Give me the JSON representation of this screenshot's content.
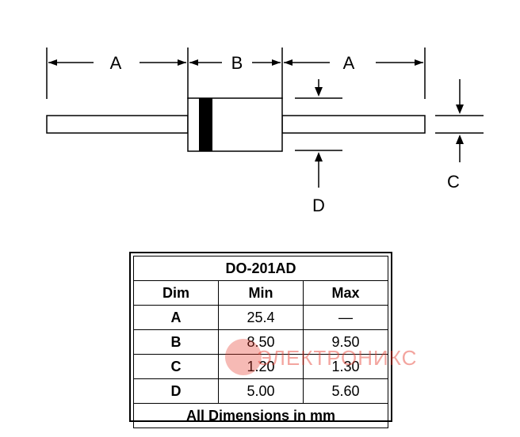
{
  "diagram": {
    "labels": {
      "a_left": "A",
      "b": "B",
      "a_right": "A",
      "c": "C",
      "d": "D"
    }
  },
  "table": {
    "title": "DO-201AD",
    "headers": [
      "Dim",
      "Min",
      "Max"
    ],
    "rows": [
      {
        "dim": "A",
        "min": "25.4",
        "max": "—"
      },
      {
        "dim": "B",
        "min": "8.50",
        "max": "9.50"
      },
      {
        "dim": "C",
        "min": "1.20",
        "max": "1.30"
      },
      {
        "dim": "D",
        "min": "5.00",
        "max": "5.60"
      }
    ],
    "footer": "All Dimensions in mm"
  },
  "watermark": {
    "text": "ЭЛЕКТРОНИКС"
  }
}
